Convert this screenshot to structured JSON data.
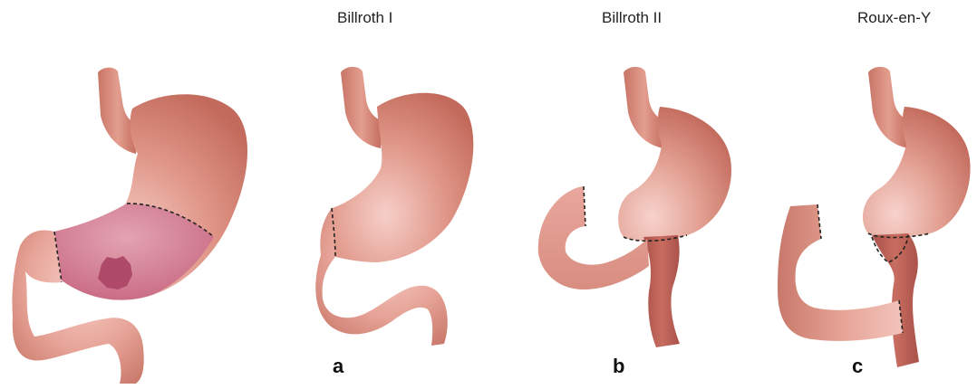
{
  "procedures": [
    {
      "title": "Billroth I",
      "panel": "a"
    },
    {
      "title": "Billroth II",
      "panel": "b"
    },
    {
      "title": "Roux-en-Y",
      "panel": "c"
    }
  ],
  "colors": {
    "stomach_light": "#f4c3bd",
    "stomach_mid": "#df9586",
    "stomach_dark": "#c26a5c",
    "tumor_region": "#c76a86",
    "tumor": "#b04a6a",
    "duodenum_light": "#eaa79d",
    "duodenum_dark": "#c97a6b",
    "jejunum_dark": "#b95e50",
    "cut_line": "#222222"
  }
}
